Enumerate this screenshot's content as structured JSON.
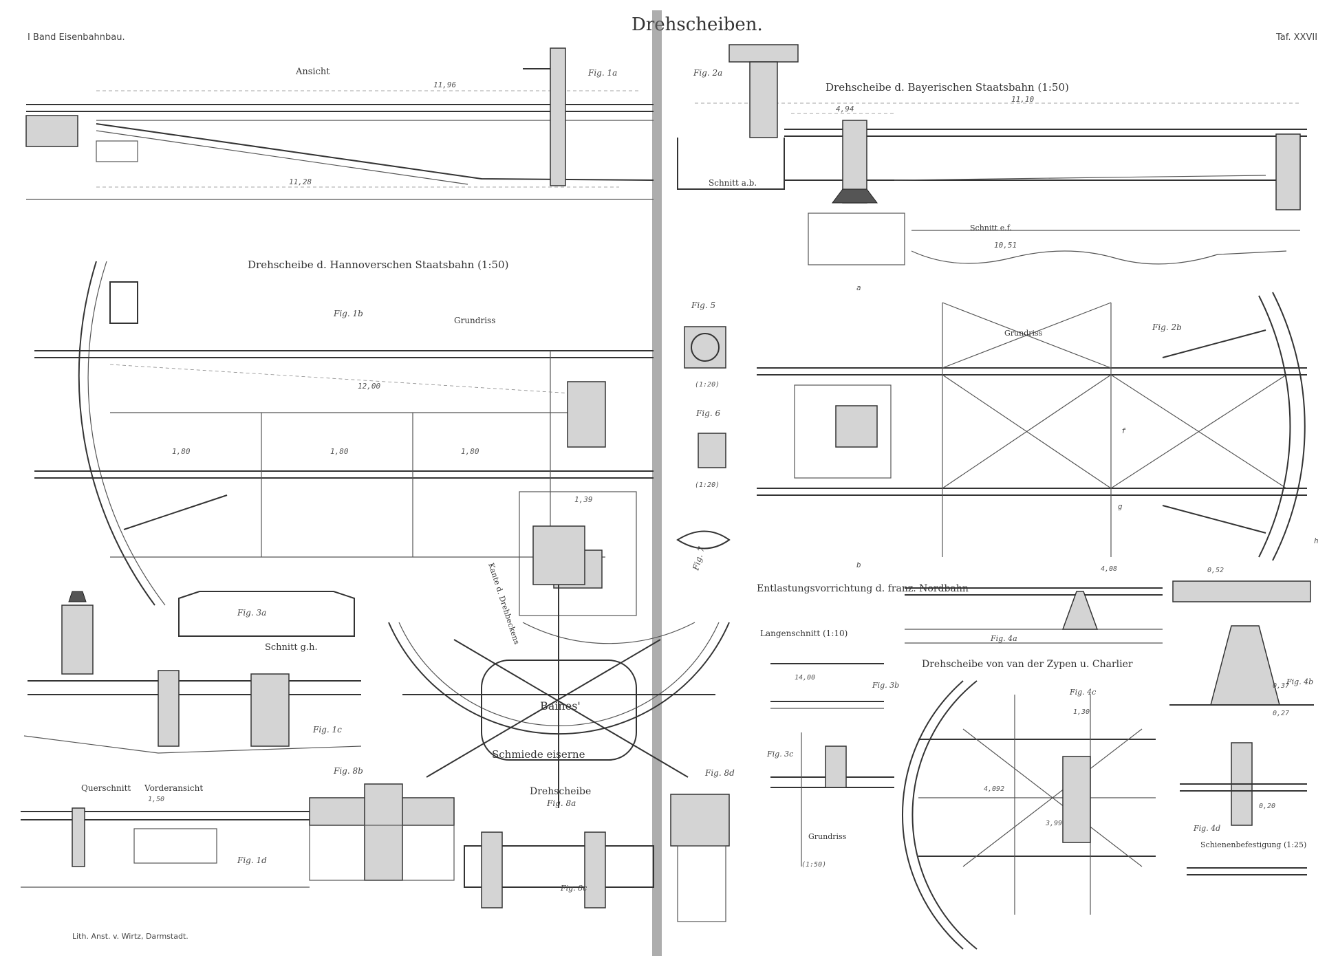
{
  "plate": {
    "volume_label": "I Band Eisenbahnbau.",
    "title": "Drehscheiben.",
    "plate_number": "Taf. XXVII",
    "printer_credit": "Lith. Anst. v. Wirtz, Darmstadt."
  },
  "sections": {
    "ansicht": "Ansicht",
    "bavarian_title": "Drehscheibe d. Bayerischen Staatsbahn (1:50)",
    "schnitt_ab": "Schnitt a.b.",
    "schnitt_ef": "Schnitt e.f.",
    "hanover_title": "Drehscheibe d. Hannoverschen Staatsbahn (1:50)",
    "grundriss": "Grundriss",
    "grundriss_top": "Grundriss",
    "schnitt_gh": "Schnitt g.h.",
    "querschnitt": "Querschnitt",
    "vorderansicht": "Vorderansicht",
    "entlastung_title": "Entlastungsvorrichtung d. franz. Nordbahn",
    "laengenschnitt": "Langenschnitt (1:10)",
    "van_der_zypen_title": "Drehscheibe von van der Zypen u. Charlier",
    "schienenbefestigung": "Schienenbefestigung (1:25)",
    "grundriss_small": "Grundriss",
    "kante": "Kante d. Drehbeckens",
    "baines_1": "Baines'",
    "baines_2": "Schmiede eiserne",
    "baines_3": "Drehscheibe",
    "baines_fig": "Fig. 8a"
  },
  "figures": {
    "f1a": "Fig. 1a",
    "f2a": "Fig. 2a",
    "f1b": "Fig. 1b",
    "f2b": "Fig. 2b",
    "f5": "Fig. 5",
    "f6": "Fig. 6",
    "f7": "Fig. 7",
    "f3a": "Fig. 3a",
    "f1c": "Fig. 1c",
    "f1d": "Fig. 1d",
    "f3b": "Fig. 3b",
    "f3c": "Fig. 3c",
    "f4a": "Fig. 4a",
    "f4b": "Fig. 4b",
    "f4c": "Fig. 4c",
    "f4d": "Fig. 4d",
    "f8b": "Fig. 8b",
    "f8c": "Fig. 8c",
    "f8d": "Fig. 8d"
  },
  "scales": {
    "s5": "(1:20)",
    "s6": "(1:20)",
    "s3": "(1:50)"
  },
  "dimensions": {
    "d_1196": "11,96",
    "d_1128": "11,28",
    "d_1110": "11,10",
    "d_494": "4,94",
    "d_1051": "10,51",
    "d_1200": "12,00",
    "d_180a": "1,80",
    "d_180b": "1,80",
    "d_180c": "1,80",
    "d_139": "1,39",
    "d_408": "4,08",
    "d_1400": "14,00",
    "d_150": "1,50",
    "d_4092": "4,092",
    "d_399": "3,99",
    "d_130": "1,30",
    "d_052": "0,52",
    "d_027": "0,27",
    "d_037": "0,37",
    "d_020": "0,20"
  },
  "letters": {
    "a": "a",
    "b": "b",
    "g": "g",
    "h": "h",
    "f": "f"
  }
}
